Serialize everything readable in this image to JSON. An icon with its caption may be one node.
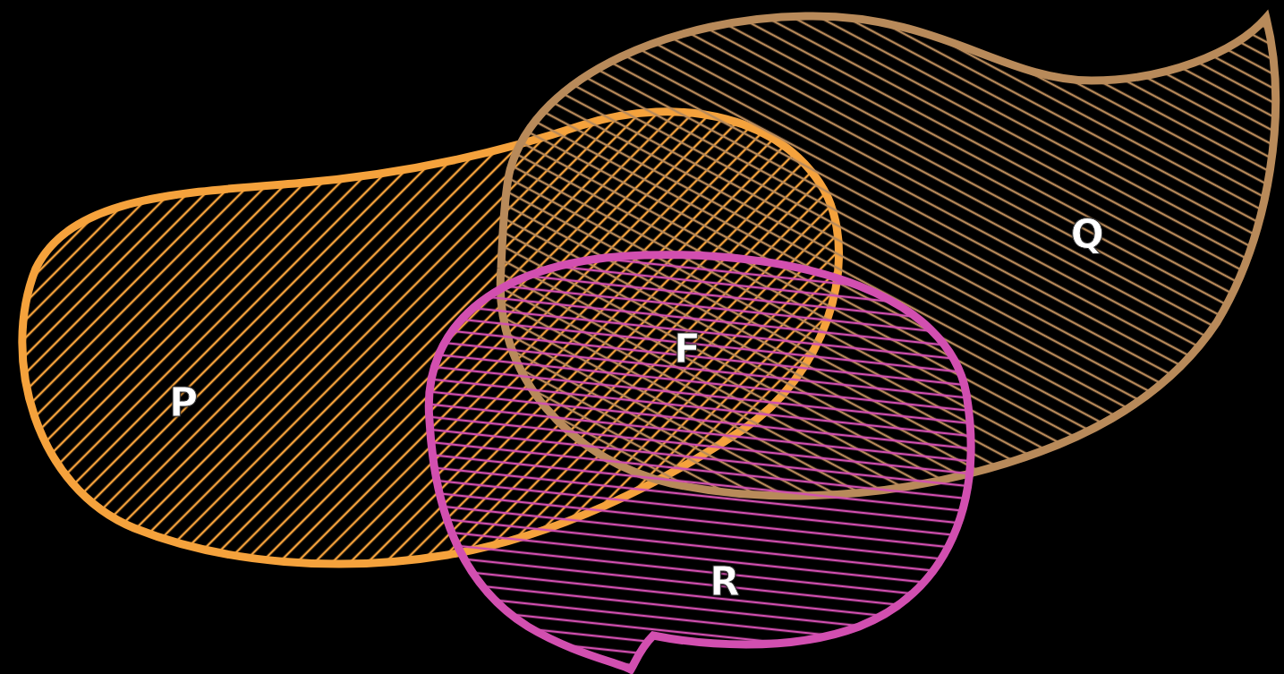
{
  "diagram": {
    "nodes": [
      {
        "text": [
          "P"
        ]
      },
      {
        "text": [
          "Q"
        ]
      },
      {
        "text": [
          "R"
        ]
      }
    ],
    "labels": [
      "F"
    ]
  }
}
